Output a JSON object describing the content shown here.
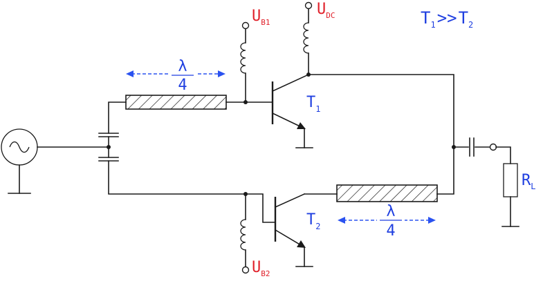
{
  "labels": {
    "ub1_main": "U",
    "ub1_sub": "B1",
    "udc_main": "U",
    "udc_sub": "DC",
    "ub2_main": "U",
    "ub2_sub": "B2",
    "t1_main": "T",
    "t1_sub": "1",
    "t2_main": "T",
    "t2_sub": "2",
    "rl_main": "R",
    "rl_sub": "L",
    "cond_t1_main": "T",
    "cond_t1_sub": "1",
    "cond_op": ">>",
    "cond_t2_main": "T",
    "cond_t2_sub": "2",
    "lambda_top_num": "λ",
    "lambda_top_den": "4",
    "lambda_bot_num": "λ",
    "lambda_bot_den": "4"
  },
  "colors": {
    "supply_labels": "#e0202a",
    "component_labels": "#1f3fe0",
    "wires": "#1a1a1a"
  }
}
